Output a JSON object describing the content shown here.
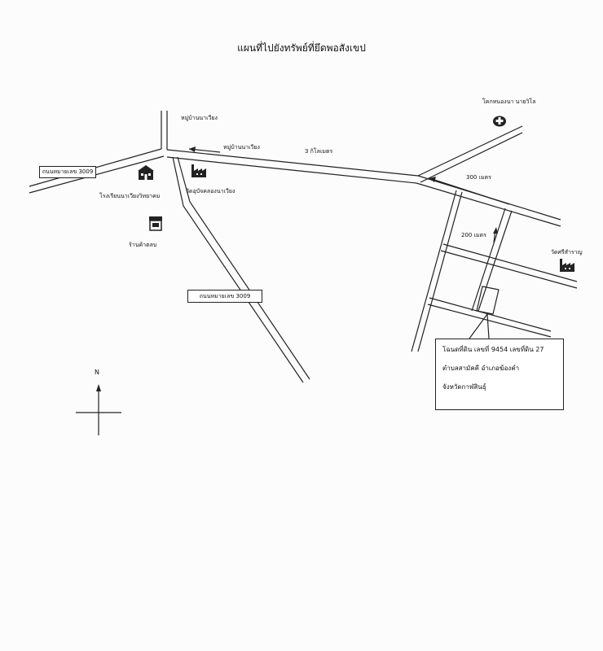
{
  "title": "แผนที่ไปยังทรัพย์ที่ยึดพอสังเขป",
  "labels": {
    "village_north": "หมู่บ้านนาเวียง",
    "village_road": "หมู่บ้านนาเวียง",
    "distance_3km": "3 กิโลเมตร",
    "distance_300m": "300 เมตร",
    "distance_200m": "200 เมตร",
    "school": "โรงเรียนนาเวียงวิทยาคม",
    "shop": "ร้านค้าตลบ",
    "temple_naviang": "วัดอุบัจคลองนาเวียง",
    "temple_east": "วัดศรีสำราญ",
    "hospital": "โคกหนองนา นายวิโล",
    "road_3009_west": "ถนนหมายเลข 3009",
    "road_3009_south": "ถนนหมายเลข 3009",
    "north": "N"
  },
  "callout": {
    "line1": "โฉนดที่ดิน เลขที่ 9454 เลขที่ดิน 27",
    "line2": "ตำบลสามัคคี อำเภอฆ้องคำ",
    "line3": "จังหวัดกาฬสินธุ์"
  },
  "icons": {
    "school": "school-icon",
    "shop": "shop-icon",
    "temple_naviang": "factory-icon",
    "temple_east": "factory-icon",
    "hospital": "hospital-icon"
  },
  "colors": {
    "line": "#222222"
  }
}
